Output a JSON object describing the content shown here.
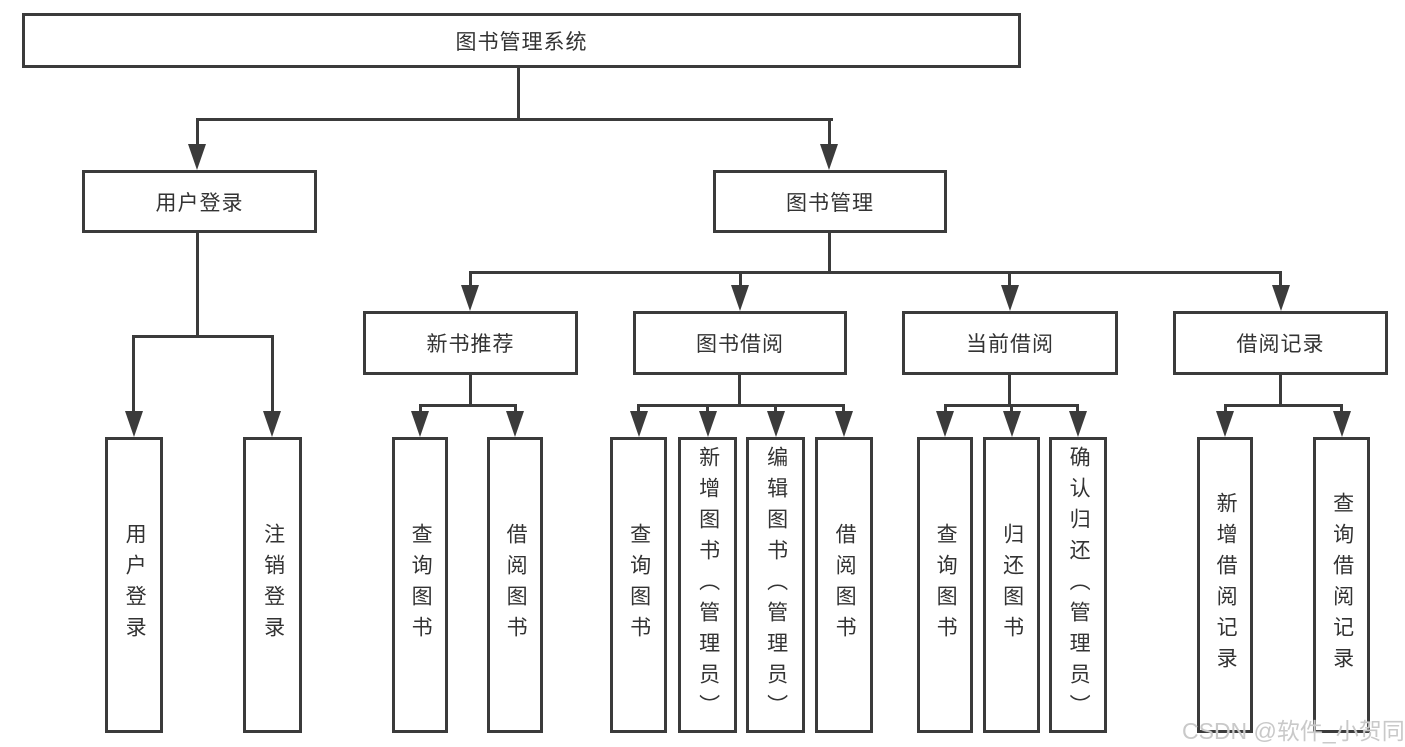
{
  "tree": {
    "root": "图书管理系统",
    "login": {
      "label": "用户登录",
      "children": [
        "用户登录",
        "注销登录"
      ]
    },
    "management": {
      "label": "图书管理",
      "children": [
        {
          "label": "新书推荐",
          "children": [
            "查询图书",
            "借阅图书"
          ]
        },
        {
          "label": "图书借阅",
          "children": [
            "查询图书",
            "新增图书（管理员）",
            "编辑图书（管理员）",
            "借阅图书"
          ]
        },
        {
          "label": "当前借阅",
          "children": [
            "查询图书",
            "归还图书",
            "确认归还（管理员）"
          ]
        },
        {
          "label": "借阅记录",
          "children": [
            "新增借阅记录",
            "查询借阅记录"
          ]
        }
      ]
    }
  },
  "watermark": "CSDN @软件_小贺同学",
  "colors": {
    "line": "#3b3b3b",
    "text": "#333333",
    "watermark": "#c9c9c9",
    "background": "#ffffff"
  }
}
